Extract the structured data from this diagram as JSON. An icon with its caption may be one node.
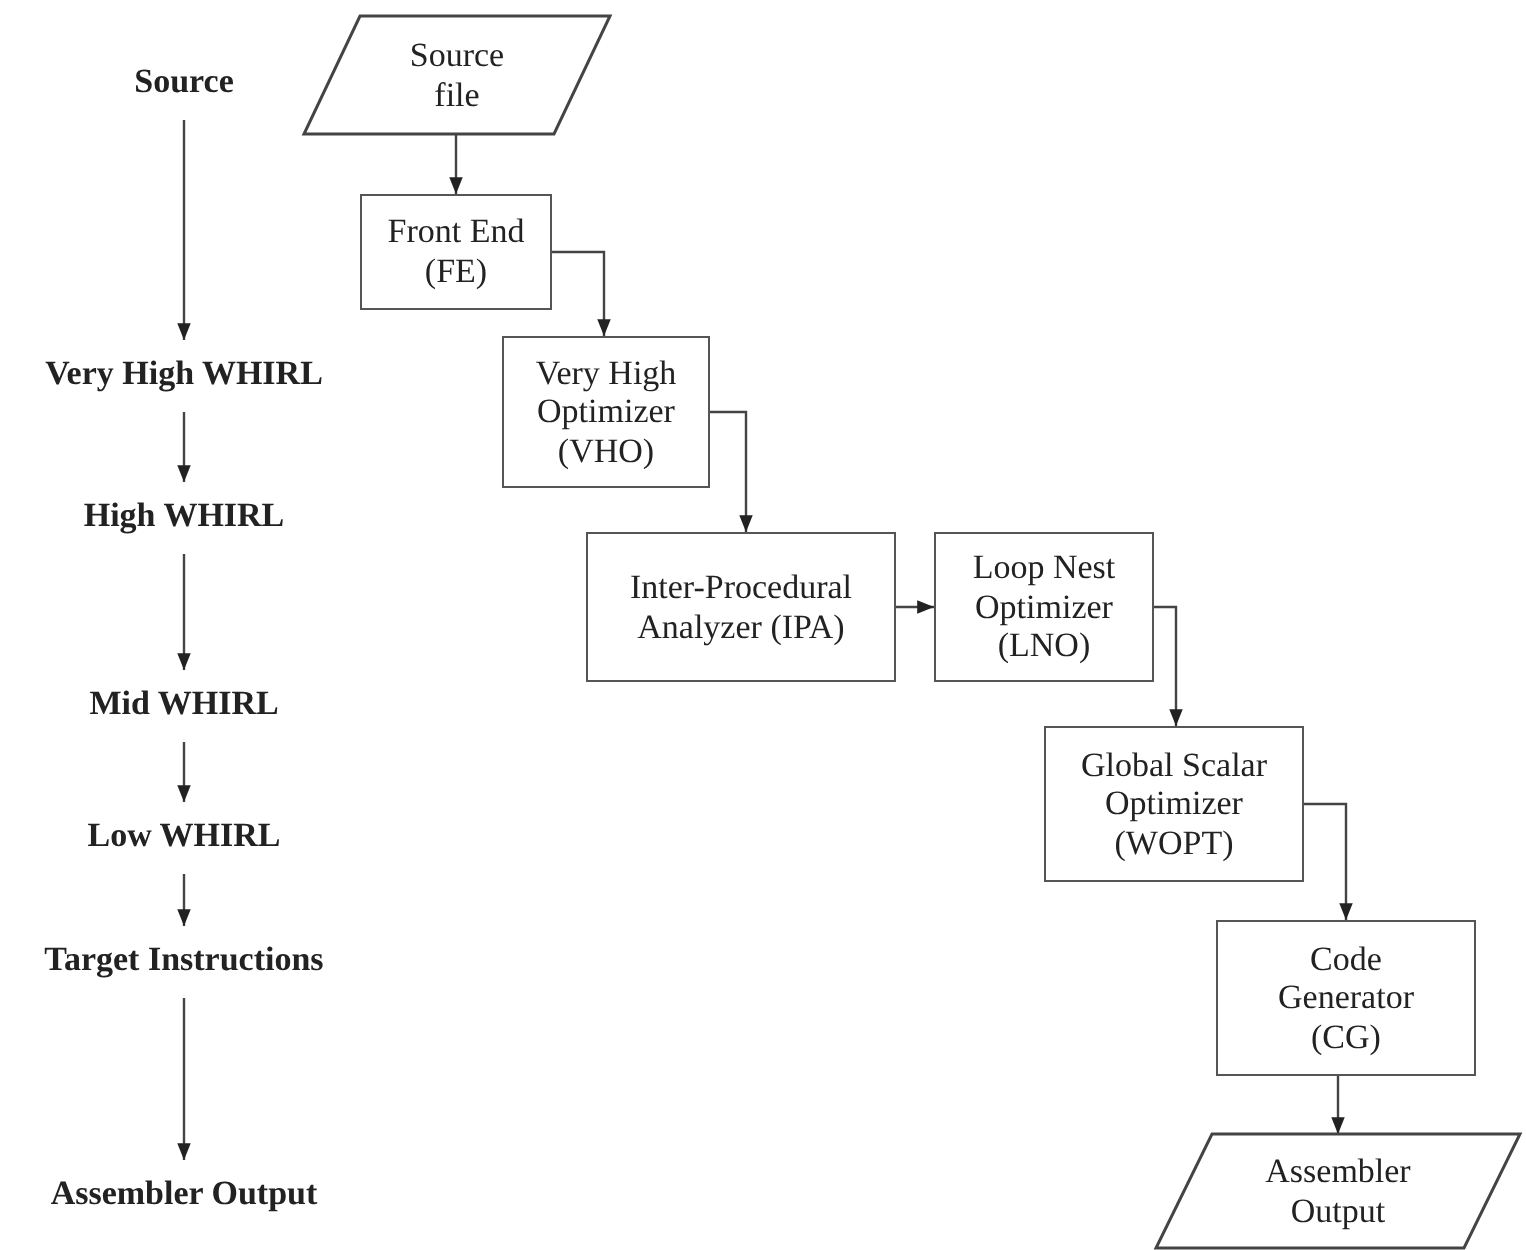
{
  "diagram": {
    "nodes": [
      {
        "text": [
          "Source"
        ]
      },
      {
        "text": [
          "Very High WHIRL"
        ]
      },
      {
        "text": [
          "High WHIRL"
        ]
      },
      {
        "text": [
          "Mid WHIRL"
        ]
      },
      {
        "text": [
          "Low WHIRL"
        ]
      },
      {
        "text": [
          "Target Instructions"
        ]
      },
      {
        "text": [
          "Assembler Output"
        ]
      },
      {
        "text": [
          "Source file"
        ]
      },
      {
        "text": [
          "Front End (FE)"
        ]
      },
      {
        "text": [
          "Very High Optimizer (VHO)"
        ]
      },
      {
        "text": [
          "Inter-Procedural Analyzer (IPA)"
        ]
      },
      {
        "text": [
          "Loop Nest Optimizer (LNO)"
        ]
      },
      {
        "text": [
          "Global Scalar Optimizer (WOPT)"
        ]
      },
      {
        "text": [
          "Code Generator (CG)"
        ]
      },
      {
        "text": [
          "Assembler Output"
        ]
      }
    ],
    "edges": [
      {
        "from": 0,
        "to": 1,
        "arrow": "to"
      },
      {
        "from": 1,
        "to": 2,
        "arrow": "to"
      },
      {
        "from": 2,
        "to": 3,
        "arrow": "to"
      },
      {
        "from": 3,
        "to": 4,
        "arrow": "to"
      },
      {
        "from": 4,
        "to": 5,
        "arrow": "to"
      },
      {
        "from": 5,
        "to": 6,
        "arrow": "to"
      },
      {
        "from": 7,
        "to": 8,
        "arrow": "to"
      },
      {
        "from": 8,
        "to": 9,
        "arrow": "to"
      },
      {
        "from": 9,
        "to": 10,
        "arrow": "to"
      },
      {
        "from": 10,
        "to": 11,
        "arrow": "to"
      },
      {
        "from": 11,
        "to": 12,
        "arrow": "to"
      },
      {
        "from": 12,
        "to": 13,
        "arrow": "to"
      },
      {
        "from": 13,
        "to": 14,
        "arrow": "to"
      }
    ]
  }
}
